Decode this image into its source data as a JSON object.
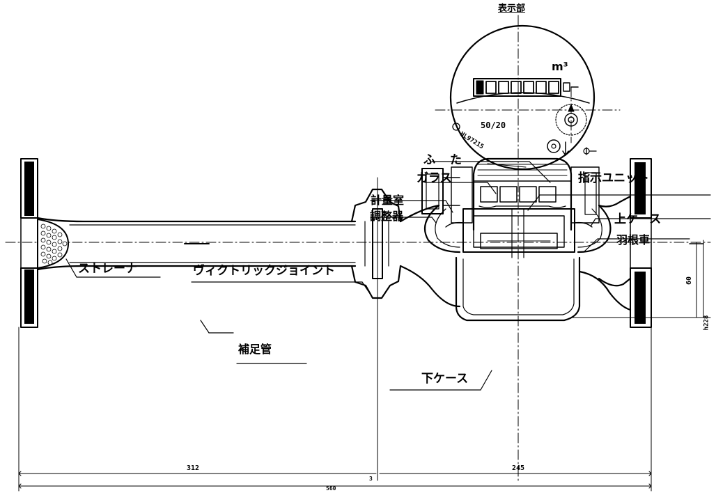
{
  "title": "表示部",
  "dial": {
    "unit": "m³",
    "size": "50/20",
    "serial": "HL97215"
  },
  "labels": {
    "futa": "ふ　た",
    "glass": "ガラス",
    "measuring_chamber": "計量室",
    "regulator": "調整器",
    "indicator_unit": "指示ユニット",
    "upper_case": "上ケース",
    "impeller": "羽根車",
    "strainer": "ストレーナ",
    "victaulic_joint": "ヴィクトリックジョイント",
    "supplementary_pipe": "補足管",
    "lower_case": "下ケース"
  },
  "dimensions": {
    "left_span": "312",
    "right_span": "245",
    "total": "560",
    "gap": "3",
    "offset": "60",
    "height": "h228"
  }
}
